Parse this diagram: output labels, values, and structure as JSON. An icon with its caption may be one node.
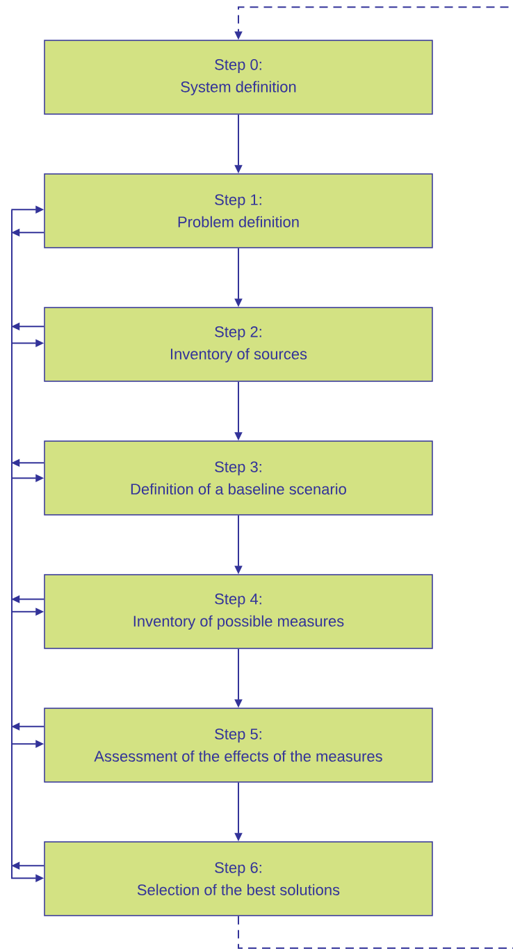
{
  "diagram": {
    "nodes": [
      {
        "text": [
          "Step 0:",
          "System definition"
        ]
      },
      {
        "text": [
          "Step 1:",
          "Problem definition"
        ]
      },
      {
        "text": [
          "Step 2:",
          "Inventory of sources"
        ]
      },
      {
        "text": [
          "Step 3:",
          "Definition of a baseline scenario"
        ]
      },
      {
        "text": [
          "Step 4:",
          "Inventory of possible measures"
        ]
      },
      {
        "text": [
          "Step 5:",
          "Assessment of the effects of the measures"
        ]
      },
      {
        "text": [
          "Step 6:",
          "Selection of the best solutions"
        ]
      }
    ],
    "edges": [
      {
        "from": 0,
        "to": 1,
        "arrow": "to"
      },
      {
        "from": 1,
        "to": 2,
        "arrow": "to"
      },
      {
        "from": 2,
        "to": 3,
        "arrow": "to"
      },
      {
        "from": 3,
        "to": 4,
        "arrow": "to"
      },
      {
        "from": 4,
        "to": 5,
        "arrow": "to"
      },
      {
        "from": 5,
        "to": 6,
        "arrow": "to"
      },
      {
        "from": 6,
        "to": 0,
        "arrow": "to",
        "style": "dashed"
      },
      {
        "from": null,
        "to": 1,
        "arrow": "to"
      },
      {
        "from": 1,
        "to": null,
        "arrow": "to"
      },
      {
        "from": 2,
        "to": null,
        "arrow": "to"
      },
      {
        "from": null,
        "to": 2,
        "arrow": "to"
      },
      {
        "from": 3,
        "to": null,
        "arrow": "to"
      },
      {
        "from": null,
        "to": 3,
        "arrow": "to"
      },
      {
        "from": 4,
        "to": null,
        "arrow": "to"
      },
      {
        "from": null,
        "to": 4,
        "arrow": "to"
      },
      {
        "from": 5,
        "to": null,
        "arrow": "to"
      },
      {
        "from": null,
        "to": 5,
        "arrow": "to"
      },
      {
        "from": 6,
        "to": null,
        "arrow": "to"
      },
      {
        "from": null,
        "to": 6,
        "arrow": "to"
      }
    ]
  }
}
